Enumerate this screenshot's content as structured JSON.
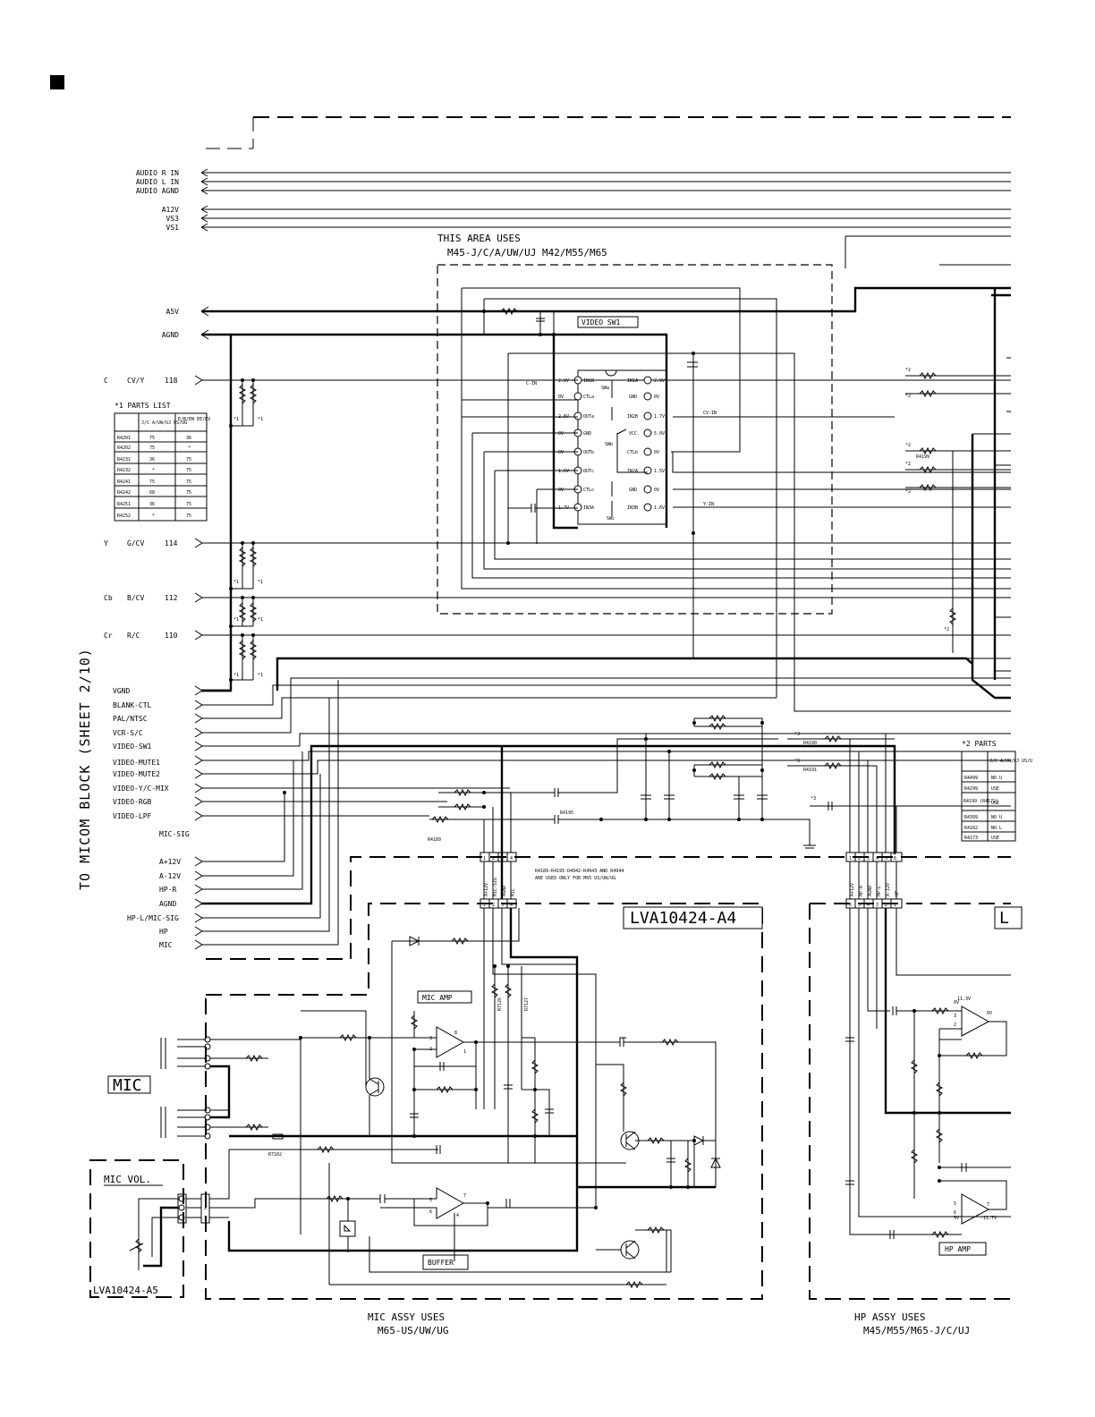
{
  "area_note": {
    "line1": "THIS AREA USES",
    "line2": "M45-J/C/A/UW/UJ  M42/M55/M65"
  },
  "sheet_ref": "TO MICOM BLOCK (SHEET 2/10)",
  "ic_label": "VIDEO SW1",
  "left_signals_top": [
    "AUDIO R IN",
    "AUDIO L IN",
    "AUDIO AGND",
    "A12V",
    "VS3",
    "VS1",
    "A5V",
    "AGND"
  ],
  "video_inputs": [
    {
      "name": "C",
      "type": "CV/Y",
      "pin": "118"
    },
    {
      "name": "Y",
      "type": "G/CV",
      "pin": "114"
    },
    {
      "name": "Cb",
      "type": "B/CV",
      "pin": "112"
    },
    {
      "name": "Cr",
      "type": "R/C",
      "pin": "110"
    }
  ],
  "control_signals": [
    "VGND",
    "BLANK-CTL",
    "PAL/NTSC",
    "VCR-S/C",
    "VIDEO-SW1",
    "VIDEO-MUTE1",
    "VIDEO-MUTE2",
    "VIDEO-Y/C-MIX",
    "VIDEO-RGB",
    "VIDEO-LPF"
  ],
  "mic_sig": "MIC-SIG",
  "power_signals": [
    "A+12V",
    "A-12V",
    "HP-R",
    "AGND",
    "HP-L/MIC-SIG",
    "HP",
    "MIC"
  ],
  "parts_list1": {
    "title": "*1 PARTS LIST",
    "headers": [
      "",
      "J/C A/UW/UJ US/UG",
      "E/B/EN EE/EV"
    ],
    "rows": [
      [
        "R4201",
        "75",
        "36"
      ],
      [
        "R4202",
        "75",
        "*"
      ],
      [
        "R4231",
        "36",
        "75"
      ],
      [
        "R4232",
        "*",
        "75"
      ],
      [
        "R4241",
        "75",
        "75"
      ],
      [
        "R4242",
        "68",
        "75"
      ],
      [
        "R4251",
        "36",
        "75"
      ],
      [
        "R4252",
        "*",
        "75"
      ]
    ]
  },
  "parts_list2": {
    "title": "*2 PARTS",
    "headers": [
      "",
      "J/C A/UW/UJ US/U"
    ],
    "rows": [
      [
        "R4499",
        "NO U"
      ],
      [
        "R4299",
        "USE"
      ],
      [
        "R4199 (R4172)",
        "USE"
      ],
      [
        "R4399",
        "NO U"
      ],
      [
        "R4182",
        "NO L"
      ],
      [
        "R4173",
        "USE"
      ]
    ]
  },
  "ic_pins_left": [
    {
      "v": "2.8V",
      "n": "IN1B"
    },
    {
      "v": "0V",
      "n": "CTLa"
    },
    {
      "v": "2.6V",
      "n": "OUTa"
    },
    {
      "v": "0V",
      "n": "GND"
    },
    {
      "v": "0V",
      "n": "OUTb"
    },
    {
      "v": "1.6V",
      "n": "OUTc"
    },
    {
      "v": "0V",
      "n": "CTLc"
    },
    {
      "v": "1.7V",
      "n": "IN3A"
    }
  ],
  "ic_pins_right": [
    {
      "v": "2.8V",
      "n": "IN1A"
    },
    {
      "v": "0V",
      "n": "GND"
    },
    {
      "v": "1.7V",
      "n": "IN2B"
    },
    {
      "v": "5.0V",
      "n": "VCC"
    },
    {
      "v": "0V",
      "n": "CTLb"
    },
    {
      "v": "1.5V",
      "n": "IN2A"
    },
    {
      "v": "0V",
      "n": "GND"
    },
    {
      "v": "1.6V",
      "n": "IN3B"
    }
  ],
  "ic_switches": [
    "SWa",
    "SWb",
    "SWc"
  ],
  "ic_net_labels": {
    "c_in": "C-IN",
    "cv_in": "CV-IN",
    "y_in": "Y-IN"
  },
  "ref_labels": [
    "R4199",
    "R4190",
    "R4191",
    "R4195",
    "R4189",
    "R7102",
    "R7126",
    "R7127"
  ],
  "star_labels": {
    "s1": "*1",
    "s2": "*2",
    "s3": "*3"
  },
  "note_line1": "R4189-R4195-D4942-R4943 AND R4944",
  "note_line2": "ARE USED ONLY FOR M65 US/UW/UG",
  "connector_mic": [
    "A+12V",
    "MIC-SIG",
    "AGND",
    "MIC"
  ],
  "connector_hp": [
    "A+12V",
    "HP-R",
    "AGND",
    "HP-L",
    "A-12V",
    "HP"
  ],
  "pin_numbers": [
    "1",
    "2",
    "3",
    "4",
    "5",
    "6"
  ],
  "board_mic": "LVA10424-A4",
  "board_hp": "L",
  "board_vol": "LVA10424-A5",
  "mic_jack_label": "MIC",
  "mic_vol_label": "MIC VOL.",
  "mic_amp_label": "MIC AMP",
  "buffer_label": "BUFFER",
  "hp_amp_label": "HP AMP",
  "opamp_pins": {
    "p8": "8",
    "p1": "1",
    "p2": "2",
    "p3": "3",
    "p4": "4",
    "p5": "5",
    "p6": "6",
    "p7": "7"
  },
  "hp_amp_voltages": {
    "v1": "0V",
    "v2": "11.3V",
    "v3": "0V",
    "v4": "-11.7V",
    "v5": "5V"
  },
  "mic_assy": {
    "line1": "MIC ASSY USES",
    "line2": "M65-US/UW/UG"
  },
  "hp_assy": {
    "line1": "HP ASSY USES",
    "line2": "M45/M55/M65-J/C/UJ"
  }
}
